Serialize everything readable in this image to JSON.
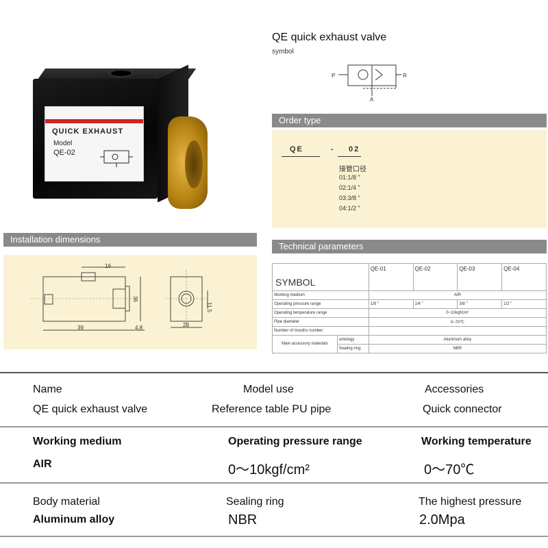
{
  "product_label": {
    "title": "QUICK EXHAUST",
    "model_label": "Model",
    "model_value": "QE-02"
  },
  "symbol_section": {
    "title": "QE quick exhaust valve",
    "subtitle": "symbol",
    "port_p": "P",
    "port_r": "R",
    "port_a": "A"
  },
  "order_type": {
    "header": "Order type",
    "code_prefix": "QE",
    "code_suffix": "02",
    "dash": "-",
    "caption": "接管口径",
    "options": [
      "01:1/8 \"",
      "02:1/4 \"",
      "03:3/8 \"",
      "04:1/2 \""
    ]
  },
  "installation": {
    "header": "Installation dimensions",
    "dims": {
      "d16": "16",
      "d36": "36",
      "d39": "39",
      "d48": "4.8",
      "d115": "11.5",
      "d29": "29"
    }
  },
  "technical": {
    "header": "Technical parameters",
    "symbol_label": "SYMBOL",
    "models": [
      "QE-01",
      "QE-02",
      "QE-03",
      "QE-04"
    ],
    "rows": {
      "working_medium": {
        "label": "Working medium",
        "value": "AIR"
      },
      "pressure_range": {
        "label": "Operating pressure range",
        "values": [
          "1/8 \"",
          "1/4 \"",
          "3/8 \"",
          "1/2 \""
        ]
      },
      "temperature_range": {
        "label": "Operating temperature range",
        "value": "0~10kgf/cm²"
      },
      "pipe_diameter": {
        "label": "Pipe diameter",
        "value": "0~70℃"
      },
      "mouths": {
        "label": "Number of mouths number",
        "value": ""
      },
      "accessory": {
        "label": "Main accessory materials",
        "ontology_label": "ontology",
        "ontology_value": "Aluminum alloy",
        "sealing_label": "Sealing ring",
        "sealing_value": "NBR"
      }
    }
  },
  "specs": {
    "row1": {
      "name_label": "Name",
      "name_value": "QE quick exhaust valve",
      "model_label": "Model use",
      "model_value": "Reference table PU pipe",
      "acc_label": "Accessories",
      "acc_value": "Quick connector"
    },
    "row2": {
      "medium_label": "Working medium",
      "medium_value": "AIR",
      "pressure_label": "Operating pressure range",
      "pressure_value": "0～10kgf/cm²",
      "temp_label": "Working temperature",
      "temp_value": "0～70℃"
    },
    "row3": {
      "body_label": "Body material",
      "body_value": "Aluminum alloy",
      "seal_label": "Sealing ring",
      "seal_value": "NBR",
      "max_label": "The highest pressure",
      "max_value": "2.0Mpa"
    }
  },
  "colors": {
    "header_bar": "#8a8a8a",
    "panel_bg": "#fbf2d3",
    "brass": "#c8951f",
    "label_red": "#d02424"
  }
}
